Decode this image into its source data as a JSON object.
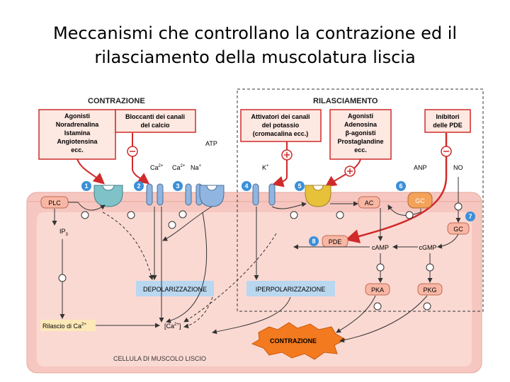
{
  "title": {
    "line1": "Meccanismi che controllano la contrazione ed il",
    "line2": "rilasciamento della muscolatura liscia"
  },
  "figure": {
    "section_contraction": "CONTRAZIONE",
    "section_relaxation": "RILASCIAMENTO",
    "cell_label": "CELLULA DI MUSCOLO LISCIO",
    "boxes": {
      "agonists": [
        "Agonisti",
        "Noradrenalina",
        "Istamina",
        "Angiotensina",
        "ecc."
      ],
      "calcium_blockers": [
        "Bloccanti dei canali",
        "del calcio"
      ],
      "potassium_activators": [
        "Attivatori dei canali",
        "del potassio",
        "(cromacalina ecc.)"
      ],
      "relax_agonists": [
        "Agonisti",
        "Adenosina",
        "β-agonisti",
        "Prostaglandine",
        "ecc."
      ],
      "pde_inhibitors": [
        "Inibitori",
        "delle PDE"
      ]
    },
    "labels": {
      "atp": "ATP",
      "ca_channel": "Ca",
      "ca_sup": "2+",
      "ca_na": "Ca",
      "na": "Na",
      "k": "K",
      "anp": "ANP",
      "no": "NO",
      "plc": "PLC",
      "ip3": "IP",
      "ip3_sub": "3",
      "ac": "AC",
      "gc1": "GC",
      "gc2": "GC",
      "pde": "PDE",
      "camp": "cAMP",
      "cgmp": "cGMP",
      "pka": "PKA",
      "pkg": "PKG",
      "depolarization": "DEPOLARIZZAZIONE",
      "hyperpolarization": "IPERPOLARIZZAZIONE",
      "ca_release": "Rilascio di Ca",
      "ca_conc": "[Ca",
      "ca_conc_end": "]",
      "contraction": "CONTRAZIONE"
    },
    "numbers": [
      "1",
      "2",
      "3",
      "4",
      "5",
      "6",
      "7",
      "8"
    ],
    "colors": {
      "cell_fill": "#f6c7c0",
      "cell_inner": "#fbd9d3",
      "box_border": "#d12a2a",
      "box_fill": "#fde8e2",
      "arrow_red": "#d12a2a",
      "number_blue": "#3b8fd9",
      "receptor_teal": "#7fc3c9",
      "receptor_blue": "#8fb5e0",
      "receptor_yellow": "#e8c13a",
      "enzyme_orange": "#f4a25a",
      "pka_fill": "#f8b7a4",
      "label_box": "#b9d7ef",
      "burst": "#f47a1f"
    }
  }
}
